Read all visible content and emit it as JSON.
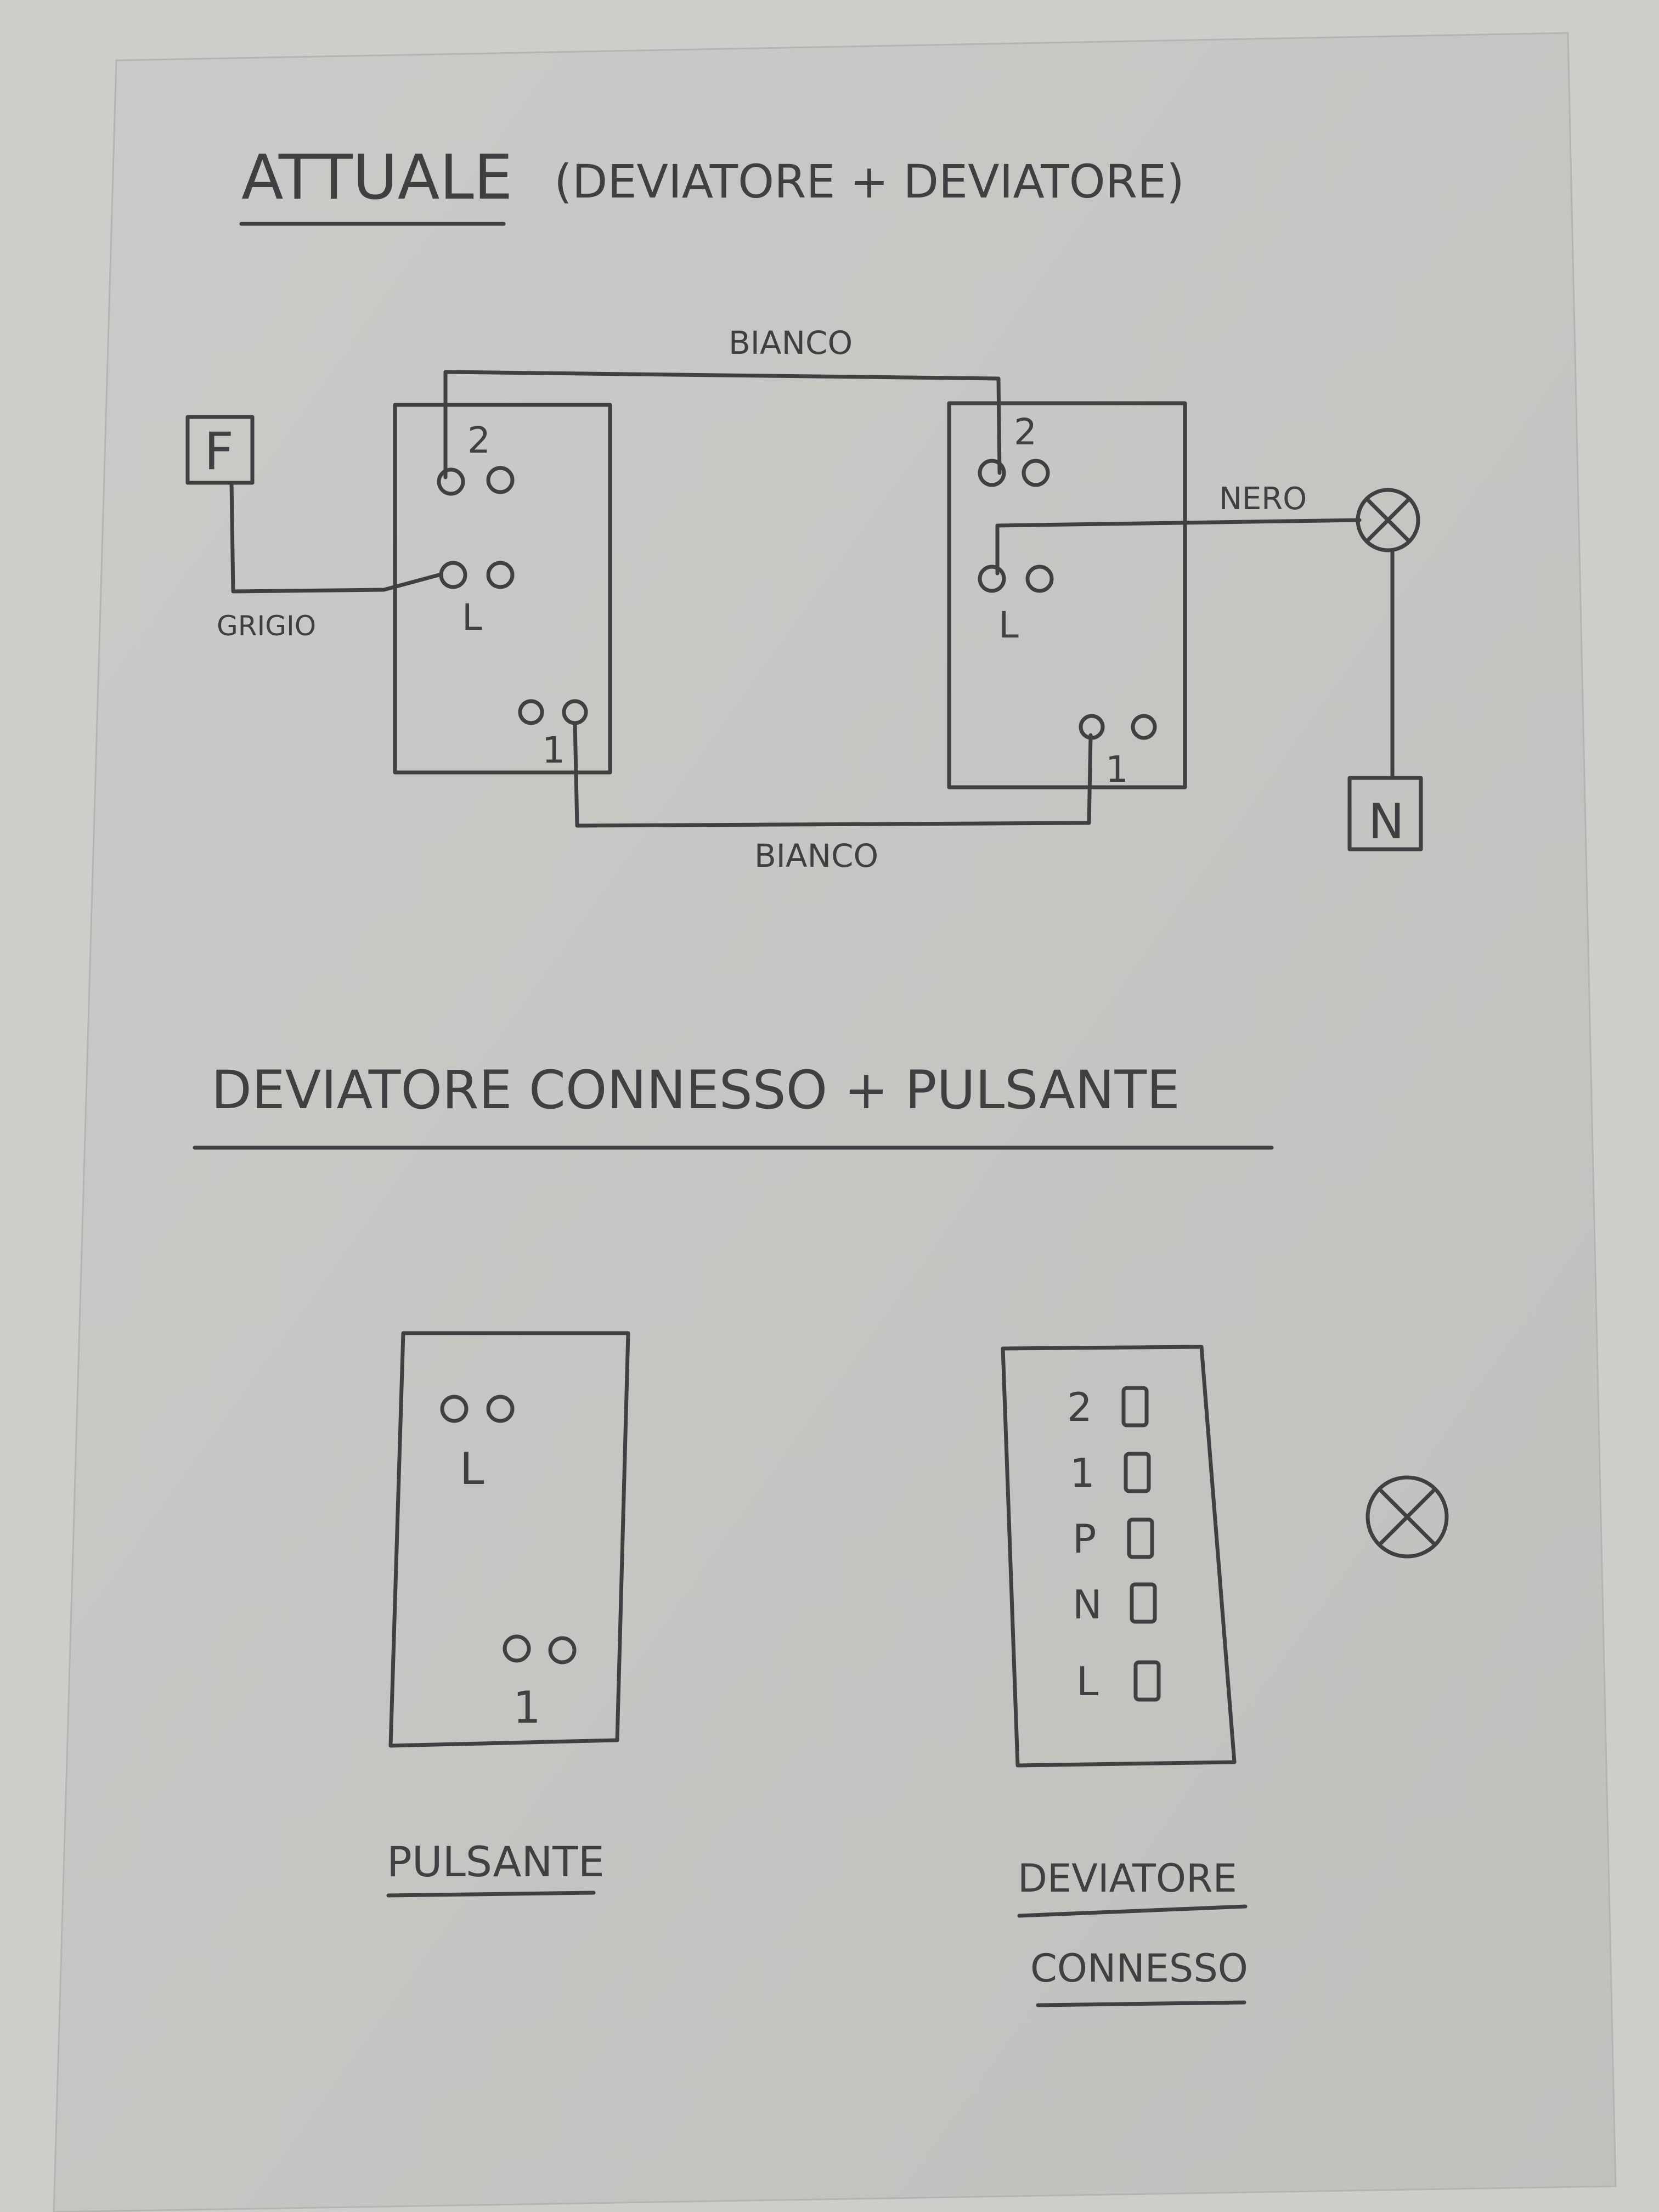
{
  "section1": {
    "title": "ATTUALE",
    "subtitle": "(DEVIATORE + DEVIATORE)"
  },
  "wires": {
    "top": "BIANCO",
    "bottom": "BIANCO",
    "phase": "GRIGIO",
    "lamp": "NERO"
  },
  "terminals": {
    "phase": "F",
    "neutral": "N",
    "two": "2",
    "one": "1",
    "line": "L"
  },
  "section2": {
    "title": "DEVIATORE CONNESSO + PULSANTE"
  },
  "pulsante": {
    "label": "PULSANTE",
    "line": "L",
    "one": "1"
  },
  "connesso": {
    "label_line1": "DEVIATORE",
    "label_line2": "CONNESSO",
    "terminals": [
      "2",
      "1",
      "P",
      "N",
      "L"
    ]
  },
  "colors": {
    "pencil": "#3e4042",
    "paper": "#c5c7c3",
    "background": "#cfcdc9"
  }
}
